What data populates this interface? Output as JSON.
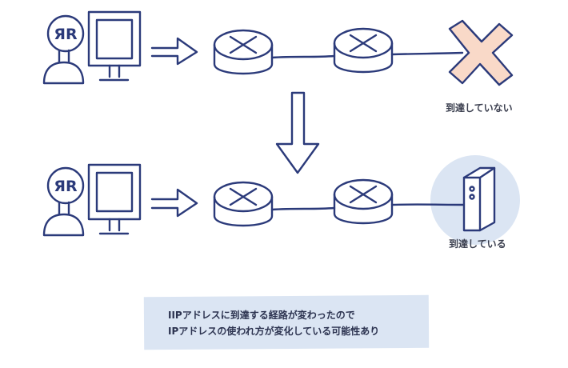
{
  "colors": {
    "ink": "#2b3a7a",
    "blocked": "#f9d9c8",
    "highlight": "#dbe5f3",
    "note_bg": "#dbe5f3"
  },
  "labels": {
    "unreached": "到達していない",
    "reached": "到達している"
  },
  "note": {
    "line1": "IIPアドレスに到達する経路が変わったので",
    "line2": "IPアドレスの使われ方が変化している可能性あり"
  },
  "icons": {
    "user": "user-avatar-icon",
    "monitor": "monitor-icon",
    "router": "router-icon",
    "server": "server-icon",
    "blocked": "x-mark-icon",
    "arrow": "arrow-icon"
  }
}
